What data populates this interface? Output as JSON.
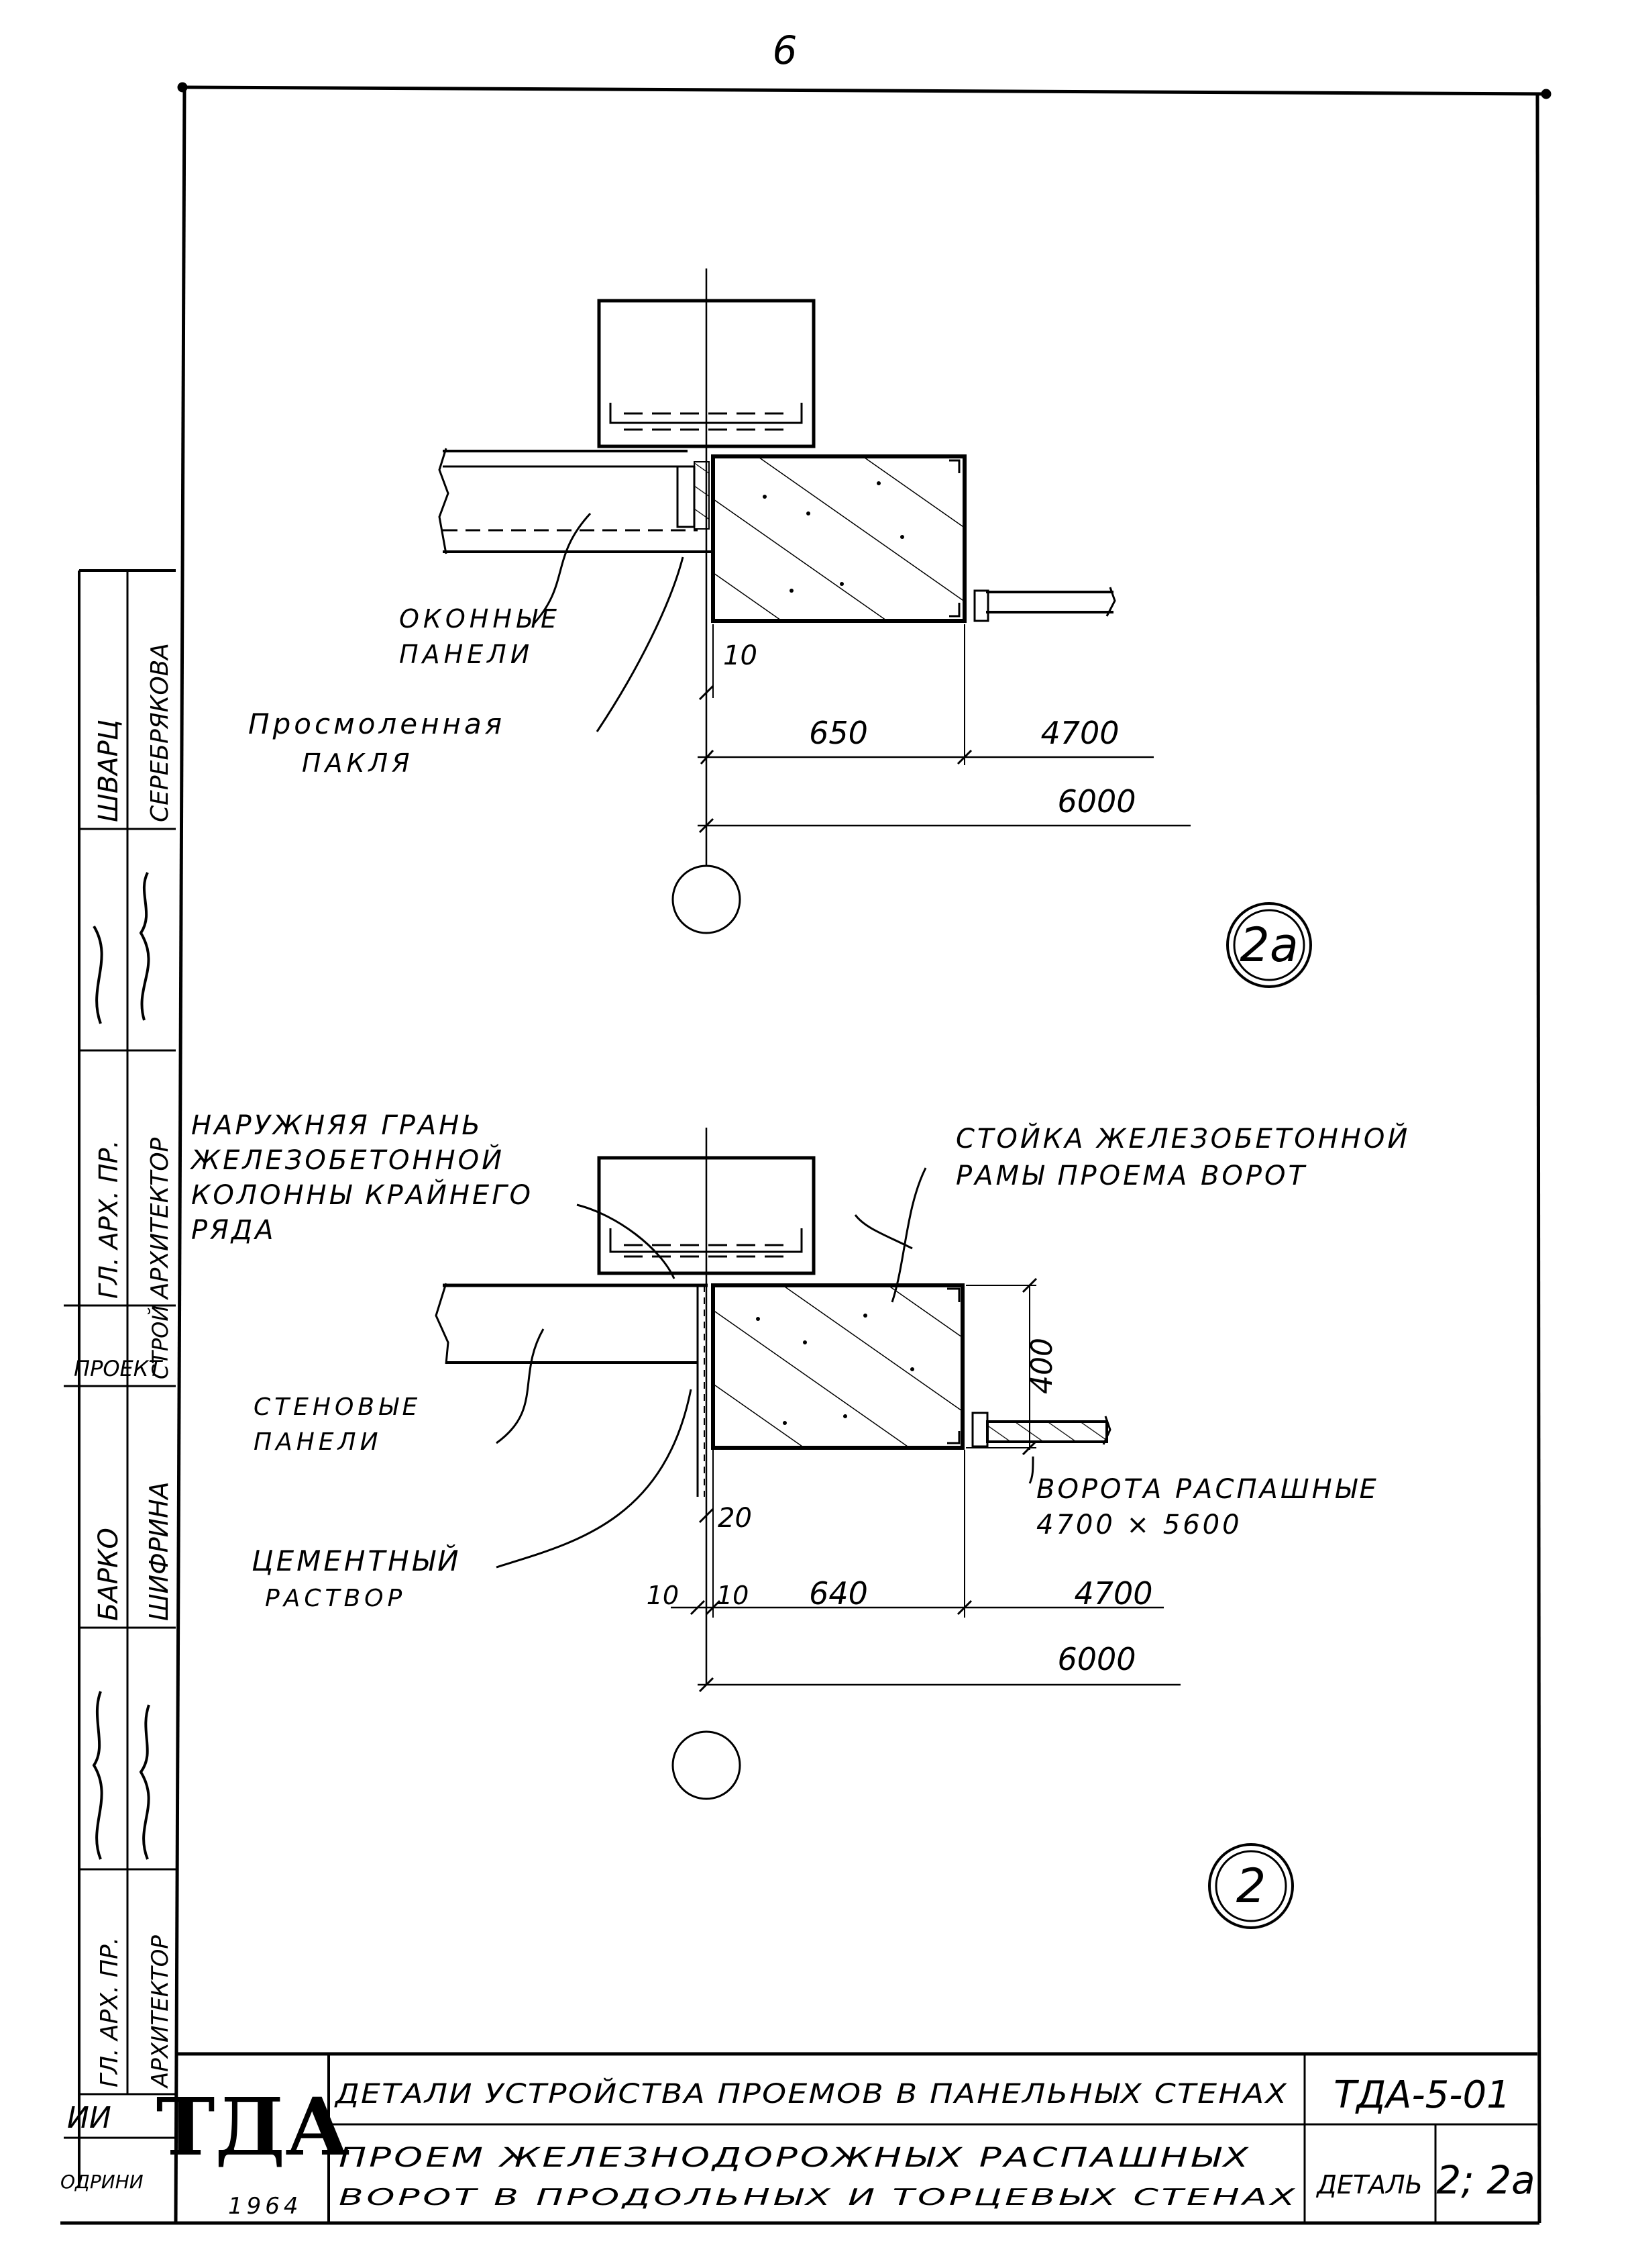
{
  "page_number": "6",
  "detail_2a": {
    "label": "2a",
    "callout_window_panels": [
      "ОКОННЫЕ",
      "ПАНЕЛИ"
    ],
    "callout_tarred_tow": [
      "Просмоленная",
      "ПАКЛЯ"
    ],
    "dim_gap": "10",
    "dim_column": "650",
    "dim_opening": "4700",
    "dim_total": "6000"
  },
  "detail_2": {
    "label": "2",
    "callout_outer_face": [
      "НАРУЖНЯЯ ГРАНЬ",
      "ЖЕЛЕЗОБЕТОННОЙ",
      "КОЛОННЫ КРАЙНЕГО",
      "РЯДА"
    ],
    "callout_post": [
      "СТОЙКА ЖЕЛЕЗОБЕТОННОЙ",
      "РАМЫ ПРОЕМА ВОРОТ"
    ],
    "callout_wall_panels": [
      "СТЕНОВЫЕ",
      "ПАНЕЛИ"
    ],
    "callout_gates": [
      "ВОРОТА РАСПАШНЫЕ",
      "4700 × 5600"
    ],
    "callout_mortar": [
      "ЦЕМЕНТНЫЙ",
      "РАСТВОР"
    ],
    "dim_height": "400",
    "dim_mortar": "20",
    "dim_left": "10",
    "dim_right": "10",
    "dim_post": "640",
    "dim_opening": "4700",
    "dim_total": "6000"
  },
  "side_stamp": {
    "rows": [
      {
        "role": "ГЛ. АРХ. ПР.",
        "surname": "ШВАРЦ"
      },
      {
        "role": "АРХИТЕКТОР",
        "surname": "СЕРЕБРЯКОВА"
      },
      {
        "role": "ГЛ. АРХ. ПР.",
        "surname": "БАРКО"
      },
      {
        "role": "АРХИТЕКТОР",
        "surname": "ШИФРИНА"
      }
    ],
    "org": [
      "СТРОЙ",
      "ПРОЕКТ"
    ]
  },
  "title_block": {
    "logo": "ТДА",
    "year": "1964",
    "title_1": "ДЕТАЛИ УСТРОЙСТВА ПРОЕМОВ В ПАНЕЛЬНЫХ СТЕНАХ",
    "title_2a": "ПРОЕМ ЖЕЛЕЗНОДОРОЖНЫХ РАСПАШНЫХ",
    "title_2b": "ВОРОТ В ПРОДОЛЬНЫХ И ТОРЦЕВЫХ СТЕНАХ",
    "code": "ТДА-5-01",
    "sheet_label": "ДЕТАЛЬ",
    "sheet_value": "2; 2а",
    "left_fragment_1": "ИИ",
    "left_fragment_2": "ОДРИНИ"
  }
}
